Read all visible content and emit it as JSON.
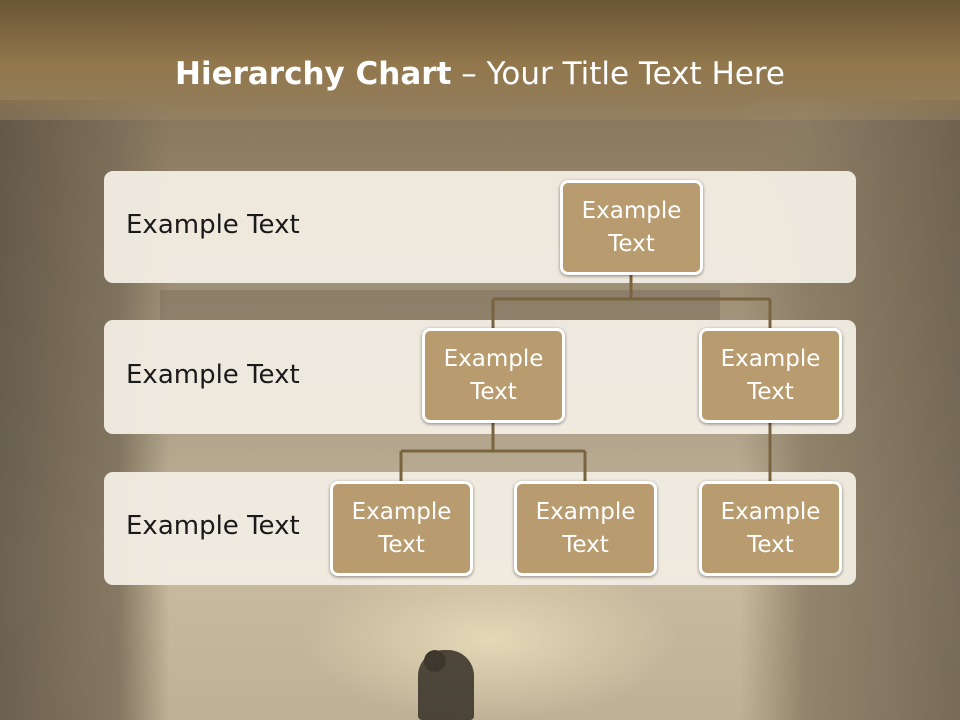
{
  "slide": {
    "title_bold": "Hierarchy Chart",
    "title_rest": " – Your Title Text Here"
  },
  "levels": [
    {
      "label": "Example Text"
    },
    {
      "label": "Example Text"
    },
    {
      "label": "Example Text"
    }
  ],
  "nodes": {
    "root": "Example Text",
    "l2_left": "Example Text",
    "l2_right": "Example Text",
    "l3_a": "Example Text",
    "l3_b": "Example Text",
    "l3_c": "Example Text"
  },
  "colors": {
    "node_fill": "#b89c6f",
    "node_border": "#ffffff",
    "band_fill": "#f1ebe1",
    "connector": "#7a6440",
    "header": "#93784d"
  }
}
